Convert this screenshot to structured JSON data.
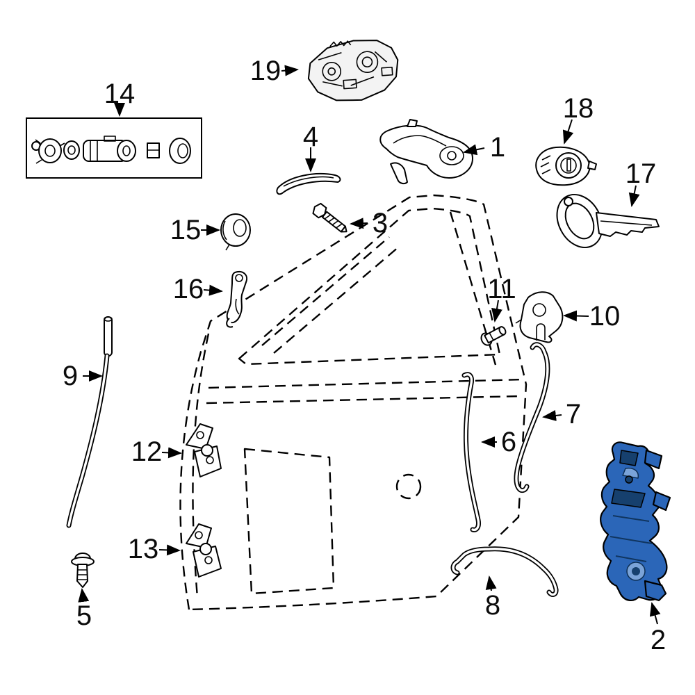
{
  "diagram": {
    "type": "exploded-parts-diagram",
    "subject": "vehicle front door lock and hardware",
    "background_color": "#ffffff",
    "line_color": "#000000",
    "highlight_color": "#2b66b8",
    "highlight_dark_color": "#16406e",
    "selected_part": "2",
    "callouts": [
      {
        "label": "1"
      },
      {
        "label": "2"
      },
      {
        "label": "3"
      },
      {
        "label": "4"
      },
      {
        "label": "5"
      },
      {
        "label": "6"
      },
      {
        "label": "7"
      },
      {
        "label": "8"
      },
      {
        "label": "9"
      },
      {
        "label": "10"
      },
      {
        "label": "11"
      },
      {
        "label": "12"
      },
      {
        "label": "13"
      },
      {
        "label": "14"
      },
      {
        "label": "15"
      },
      {
        "label": "16"
      },
      {
        "label": "17"
      },
      {
        "label": "18"
      },
      {
        "label": "19"
      }
    ]
  }
}
